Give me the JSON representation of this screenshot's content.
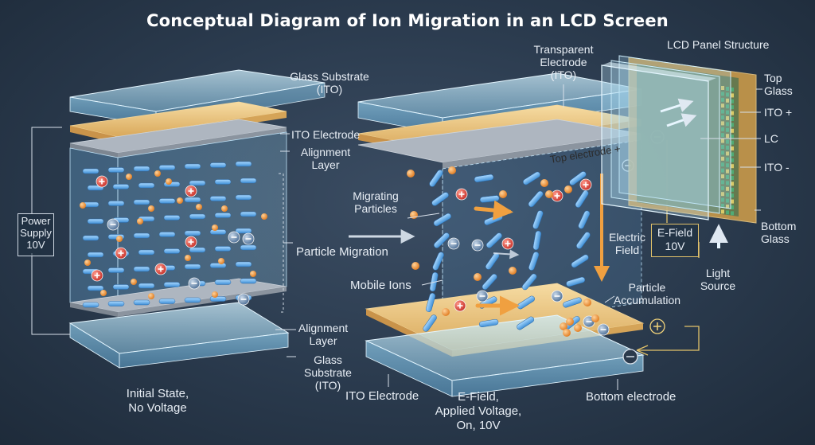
{
  "title": "Conceptual Diagram of Ion Migration in an LCD Screen",
  "left_cell": {
    "glass_top": "Glass Substrate\n(ITO)",
    "ito_electrode": "ITO Electrode",
    "alignment_top": "Alignment\nLayer",
    "power_supply": "Power\nSupply\n10V",
    "alignment_bottom": "Alignment\nLayer",
    "glass_bottom": "Glass\nSubstrate\n(ITO)",
    "state": "Initial State,\nNo Voltage"
  },
  "center": {
    "particle_migration": "Particle Migration"
  },
  "right_cell": {
    "transparent_electrode": "Transparent\nElectrode\n(ITO)",
    "top_electrode": "Top electrode +",
    "migrating_particles": "Migrating\nParticles",
    "mobile_ions": "Mobile Ions",
    "electric_field": "Electric\nField",
    "particle_accumulation": "Particle\nAccumulation",
    "ito_electrode": "ITO Electrode",
    "state": "E-Field,\nApplied Voltage,\nOn, 10V",
    "bottom_electrode": "Bottom electrode",
    "efield_box": "E-Field\n10V",
    "minus_sign": "−",
    "plus_sign": "+"
  },
  "panel": {
    "heading": "LCD Panel Structure",
    "top_glass": "Top\nGlass",
    "ito_plus": "ITO +",
    "lc": "LC",
    "ito_minus": "ITO -",
    "bottom_glass": "Bottom\nGlass",
    "light_source": "Light\nSource"
  },
  "colors": {
    "glass": "#9fd2ea",
    "ito": "#e9c27a",
    "alignment": "#9aa3ae",
    "molecule": "#5aa8e6",
    "positive_ion": "#e0483e",
    "negative_ion": "#5b7fa6",
    "particle": "#f08a2c",
    "arrow": "#f0a040"
  }
}
